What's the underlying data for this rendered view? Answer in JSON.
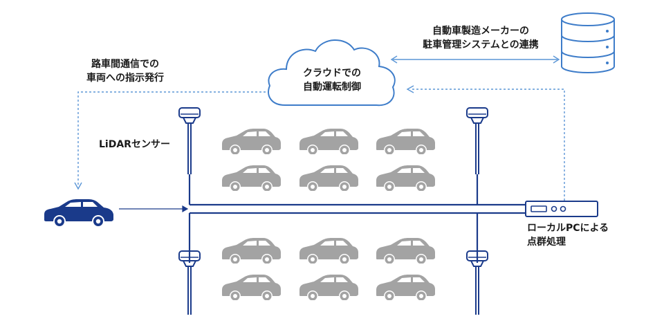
{
  "cloud": {
    "line1": "クラウドでの",
    "line2": "自動運転制御"
  },
  "v2x": {
    "line1": "路車間通信での",
    "line2": "車両への指示発行"
  },
  "manufacturer": {
    "line1": "自動車製造メーカーの",
    "line2": "駐車管理システムとの連携"
  },
  "lidar": {
    "label": "LiDARセンサー"
  },
  "local_pc": {
    "line1": "ローカルPCによる",
    "line2": "点群処理"
  },
  "colors": {
    "navy": "#1a3a8a",
    "cloud_stroke": "#3d7cc9",
    "dashed": "#5a95d6",
    "parked_car": "#a3a3a3",
    "text": "#1a1a1a"
  },
  "icons": {
    "cloud": "cloud-icon",
    "database": "database-icon",
    "vehicle": "car-icon",
    "parked": "parked-car-icon",
    "sensor": "lidar-sensor-icon",
    "pc": "local-pc-icon"
  }
}
